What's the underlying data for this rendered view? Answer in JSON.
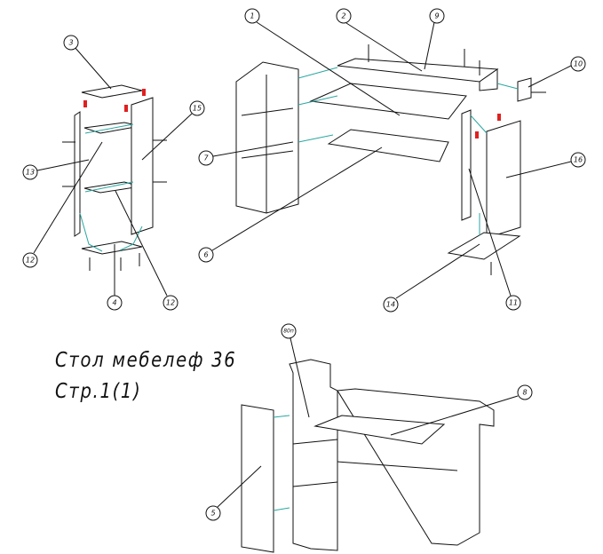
{
  "title": "Стол мебелеф 36",
  "page": "Стр.1(1)",
  "callouts": {
    "c3": "3",
    "c15": "15",
    "c13": "13",
    "c12a": "12",
    "c4": "4",
    "c12b": "12",
    "c1": "1",
    "c2": "2",
    "c9": "9",
    "c10": "10",
    "c7": "7",
    "c6": "6",
    "c16": "16",
    "c14": "14",
    "c11": "11",
    "c8": "8",
    "c5": "5",
    "c80": "80п"
  },
  "colors": {
    "line": "#111111",
    "connector": "#2aa7a0",
    "marker": "#e02020"
  }
}
